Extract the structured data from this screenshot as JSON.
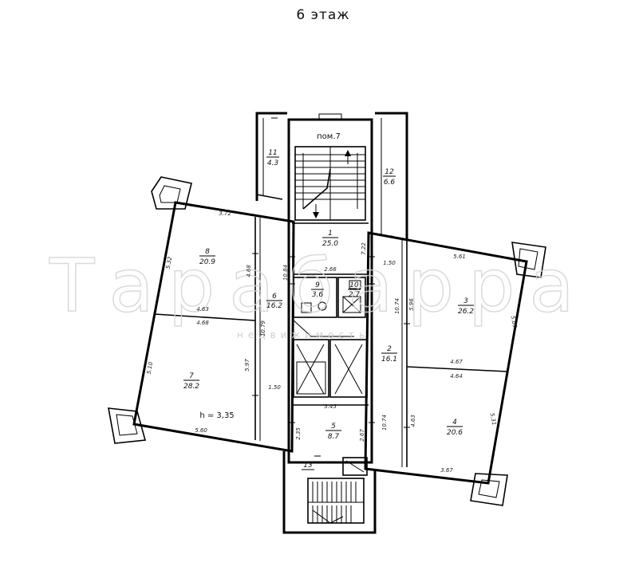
{
  "floor_title": "6 этаж",
  "watermark": {
    "brand": "Тарабарра",
    "sub": "недвижимость"
  },
  "stair_room": "пом.7",
  "ceiling_height": "h = 3,35",
  "rooms": [
    {
      "num": "1",
      "area": "25.0"
    },
    {
      "num": "2",
      "area": "16.1"
    },
    {
      "num": "3",
      "area": "26.2"
    },
    {
      "num": "4",
      "area": "20.6"
    },
    {
      "num": "5",
      "area": "8.7"
    },
    {
      "num": "6",
      "area": "16.2"
    },
    {
      "num": "7",
      "area": "28.2"
    },
    {
      "num": "8",
      "area": "20.9"
    },
    {
      "num": "9",
      "area": "3.6"
    },
    {
      "num": "10",
      "area": "2.7"
    },
    {
      "num": "11",
      "area": "4.3"
    },
    {
      "num": "12",
      "area": "6.6"
    },
    {
      "num": "13",
      "area": ""
    }
  ],
  "dimensions": [
    "3.72",
    "5.32",
    "4.63",
    "4.68",
    "5.10",
    "5.60",
    "5.97",
    "1.50",
    "10.79",
    "4.68",
    "10.84",
    "2.66",
    "7.22",
    "1.50",
    "5.61",
    "5.96",
    "10.74",
    "5.09",
    "4.67",
    "4.64",
    "4.63",
    "5.31",
    "3.67",
    "3.45",
    "2.35",
    "2.67",
    "10.74"
  ]
}
